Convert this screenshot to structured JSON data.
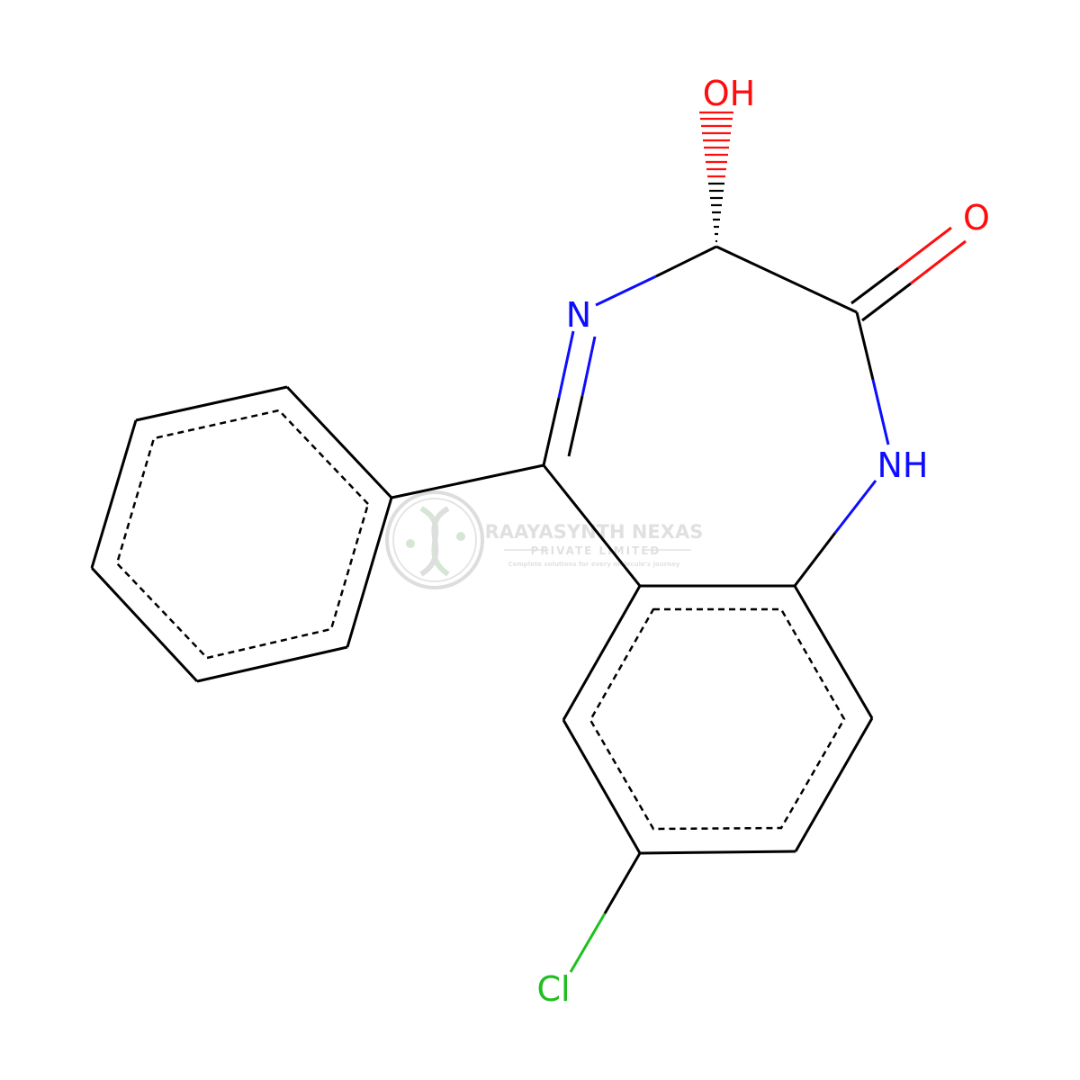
{
  "molecule": {
    "atoms": {
      "oh": {
        "label": "OH",
        "color": "#ff0d0d"
      },
      "o": {
        "label": "O",
        "color": "#ff0d0d"
      },
      "n": {
        "label": "N",
        "color": "#0d0dff"
      },
      "nh": {
        "label": "NH",
        "color": "#0d0dff"
      },
      "cl": {
        "label": "Cl",
        "color": "#1fbf1f"
      }
    },
    "bond_color": "#000000"
  },
  "watermark": {
    "name": "RAAYASYNTH NEXAS",
    "subtitle": "PRIVATE LIMITED",
    "tagline": "Complete solutions for every molecule's journey",
    "color": "#9aa09a"
  }
}
